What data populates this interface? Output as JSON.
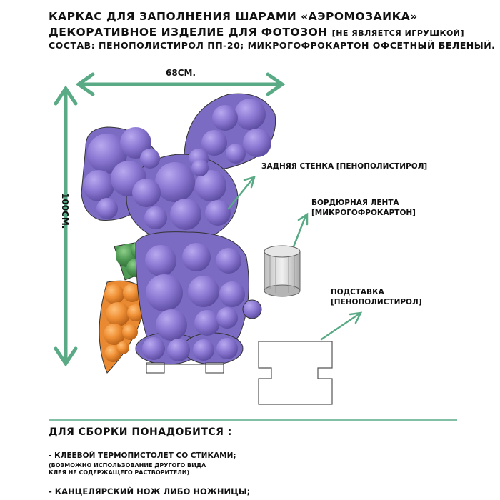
{
  "header": {
    "line1": "КАРКАС ДЛЯ ЗАПОЛНЕНИЯ ШАРАМИ «АЭРОМОЗАИКА»",
    "line2_main": "ДЕКОРАТИВНОЕ ИЗДЕЛИЕ ДЛЯ ФОТОЗОН",
    "line2_note": "[НЕ ЯВЛЯЕТСЯ ИГРУШКОЙ]",
    "line3": "СОСТАВ: ПЕНОПОЛИСТИРОЛ ПП-20; МИКРОГОФРОКАРТОН ОФСЕТНЫЙ БЕЛЕНЫЙ."
  },
  "dimensions": {
    "width": "68СМ.",
    "height": "100СМ."
  },
  "labels": {
    "back_wall": "ЗАДНЯЯ СТЕНКА [ПЕНОПОЛИСТИРОЛ]",
    "border_tape_1": "БОРДЮРНАЯ ЛЕНТА",
    "border_tape_2": "[МИКРОГОФРОКАРТОН]",
    "stand_1": "ПОДСТАВКА",
    "stand_2": "[ПЕНОПОЛИСТИРОЛ]"
  },
  "assembly": {
    "title": "ДЛЯ СБОРКИ ПОНАДОБИТСЯ :",
    "item1": "- КЛЕЕВОЙ ТЕРМОПИСТОЛЕТ СО СТИКАМИ;",
    "item1_note1": "(ВОЗМОЖНО ИСПОЛЬЗОВАНИЕ ДРУГОГО ВИДА",
    "item1_note2": "КЛЕЯ НЕ СОДЕРЖАЩЕГО РАСТВОРИТЕЛИ)",
    "item2": "- КАНЦЕЛЯРСКИЙ НОЖ ЛИБО НОЖНИЦЫ;"
  },
  "colors": {
    "accent": "#5aaa86",
    "balloon": "#7c6bc2",
    "carrot": "#e98a32",
    "leaf": "#4f9a55"
  }
}
